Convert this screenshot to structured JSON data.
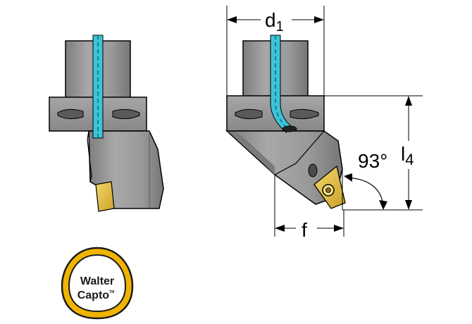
{
  "dimensions": {
    "d1_main": "d",
    "d1_sub": "1",
    "l4_main": "l",
    "l4_sub": "4",
    "f": "f",
    "angle": "93°"
  },
  "logo": {
    "line1": "Walter",
    "line2": "Capto",
    "mark": "TM"
  },
  "colors": {
    "body": "#9a9a9a",
    "body_light": "#b4b4b4",
    "body_dark": "#6e6e6e",
    "coolant": "#3ec3d8",
    "insert": "#e6c24a",
    "logo_ring": "#f0b400",
    "outline": "#000000"
  }
}
